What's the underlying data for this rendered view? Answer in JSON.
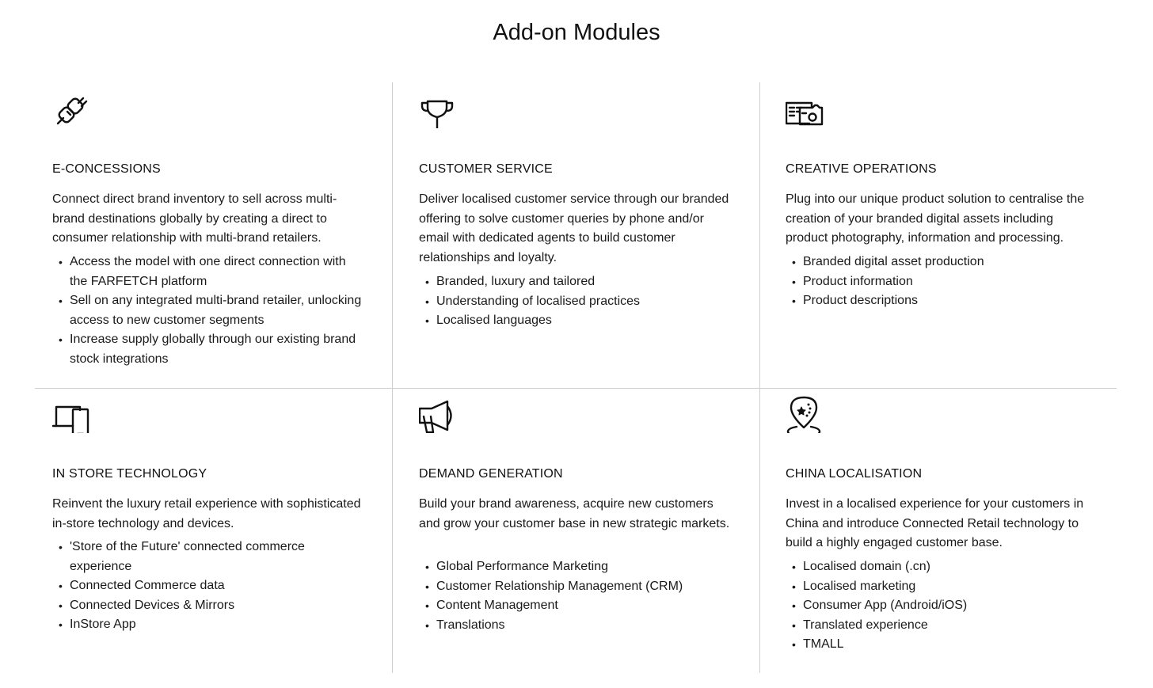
{
  "page": {
    "title": "Add-on Modules"
  },
  "modules": [
    {
      "icon": "plug-icon",
      "title": "E-CONCESSIONS",
      "description": "Connect direct brand inventory to sell across multi-brand destinations globally by creating a direct to consumer relationship with multi-brand retailers.",
      "bullets": [
        "Access the model with one direct connection with the FARFETCH platform",
        "Sell on any integrated multi-brand retailer, unlocking access to new customer segments",
        "Increase supply globally through our existing brand stock integrations"
      ]
    },
    {
      "icon": "trophy-icon",
      "title": "CUSTOMER SERVICE",
      "description": "Deliver localised customer service through our branded offering to solve customer queries by phone and/or email with dedicated agents to build customer relationships and loyalty.",
      "bullets": [
        "Branded, luxury and tailored",
        "Understanding of localised practices",
        "Localised languages"
      ]
    },
    {
      "icon": "camera-document-icon",
      "title": "CREATIVE OPERATIONS",
      "description": "Plug into our unique product solution to centralise the creation of your branded digital assets including product photography, information and processing.",
      "bullets": [
        "Branded digital asset production",
        "Product information",
        "Product descriptions"
      ]
    },
    {
      "icon": "devices-icon",
      "title": "IN STORE TECHNOLOGY",
      "description": "Reinvent the luxury retail experience with sophisticated in-store technology and devices.",
      "bullets": [
        "'Store of the Future' connected commerce experience",
        "Connected Commerce data",
        "Connected Devices & Mirrors",
        "InStore App"
      ]
    },
    {
      "icon": "megaphone-icon",
      "title": "DEMAND GENERATION",
      "description": "Build your brand awareness, acquire new customers and grow your customer base in new strategic markets.",
      "bullets": [
        "Global Performance Marketing",
        "Customer Relationship Management (CRM)",
        "Content Management",
        "Translations"
      ]
    },
    {
      "icon": "china-map-pin-icon",
      "title": "CHINA LOCALISATION",
      "description": "Invest in a localised experience for your customers in China and introduce Connected Retail technology to build a highly engaged customer base.",
      "bullets": [
        "Localised domain (.cn)",
        "Localised marketing",
        "Consumer App (Android/iOS)",
        "Translated experience",
        "TMALL"
      ]
    }
  ]
}
